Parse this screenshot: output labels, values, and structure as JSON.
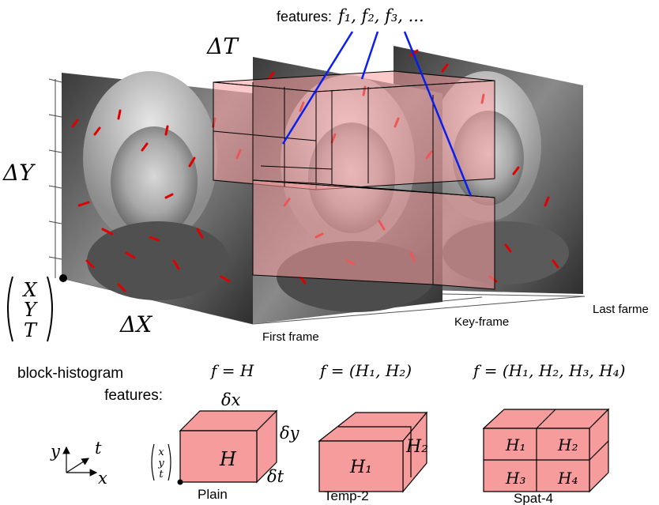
{
  "top": {
    "features_label": "features:",
    "features_math": "f₁, f₂, f₃, ..."
  },
  "video_axes": {
    "delta_t": "ΔT",
    "delta_y": "ΔY",
    "delta_x": "ΔX",
    "coord_x": "X",
    "coord_y": "Y",
    "coord_t": "T"
  },
  "frames": {
    "first": "First frame",
    "key": "Key-frame",
    "last": "Last farme"
  },
  "bottom": {
    "caption_line1": "block-histogram",
    "caption_line2": "features:",
    "axes": {
      "y": "y",
      "t": "t",
      "x": "x"
    },
    "plain": {
      "formula": "f = H",
      "dx": "δx",
      "dy": "δy",
      "dt": "δt",
      "cell": "H",
      "coord_x": "x",
      "coord_y": "y",
      "coord_t": "t",
      "name": "Plain"
    },
    "temp2": {
      "formula": "f = (H₁, H₂)",
      "h1": "H₁",
      "h2": "H₂",
      "name": "Temp-2"
    },
    "spat4": {
      "formula": "f = (H₁, H₂, H₃, H₄)",
      "h1": "H₁",
      "h2": "H₂",
      "h3": "H₃",
      "h4": "H₄",
      "name": "Spat-4"
    }
  },
  "colors": {
    "block_fill": "#f79c9c",
    "block_stroke": "#000000",
    "flow_red": "#e00000",
    "link_blue": "#0a1ef0"
  }
}
